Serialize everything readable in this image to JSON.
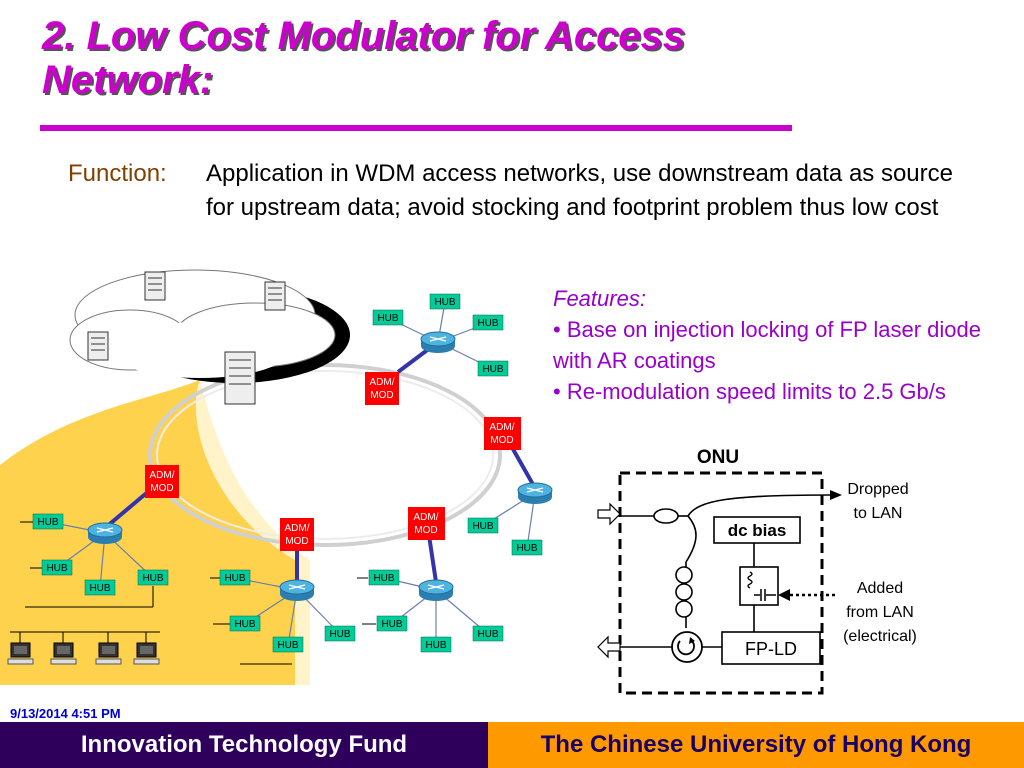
{
  "slide": {
    "title": "2. Low Cost Modulator for Access Network:",
    "function_label": "Function:",
    "function_text": "Application in WDM access networks, use downstream data as source for upstream data; avoid stocking and footprint problem thus low cost",
    "features_heading": "Features:",
    "features": [
      "• Base on injection locking of FP laser diode with AR coatings",
      "• Re-modulation speed limits to 2.5 Gb/s"
    ]
  },
  "network": {
    "hub_label": "HUB",
    "adm_line1": "ADM/",
    "adm_line2": "MOD",
    "colors": {
      "hub": "#00cc99",
      "adm": "#ff0000",
      "router": "#3399cc",
      "link": "#3333aa",
      "background_gold": "#ffd24d"
    }
  },
  "onu": {
    "title": "ONU",
    "dc_bias": "dc bias",
    "fp_ld": "FP-LD",
    "dropped": [
      "Dropped",
      "to LAN"
    ],
    "added": [
      "Added",
      "from LAN",
      "(electrical)"
    ]
  },
  "footer": {
    "date": "9/13/2014 4:51 PM",
    "left": "Innovation Technology Fund",
    "right": "The Chinese University of Hong Kong"
  }
}
